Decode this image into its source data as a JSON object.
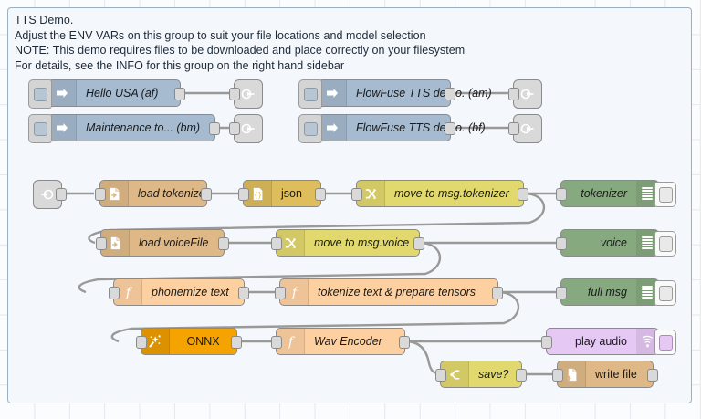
{
  "canvas": {
    "background": "#fbfcfd",
    "grid_color": "#e3e9f0",
    "wire_color": "#999999"
  },
  "group": {
    "border_color": "#9cb0c4",
    "fill_color": "#f4f7fb",
    "comment_lines": [
      "TTS Demo.",
      "Adjust the ENV VARs on this group to suit your file locations and model selection",
      "NOTE: This demo requires files to be downloaded and place correctly on your filesystem",
      "For details, see the INFO for this group on the right hand sidebar"
    ],
    "comment_text": "TTS Demo.\nAdjust the ENV VARs on this group to suit your file locations and model selection\nNOTE: This demo requires files to be downloaded and place correctly on your filesystem\nFor details, see the INFO for this group on the right hand sidebar"
  },
  "injects": [
    {
      "label": "Hello USA (af)",
      "icon": "inject-arrow-icon",
      "color": "#a6bbcf"
    },
    {
      "label": "FlowFuse TTS demo. (am)",
      "icon": "inject-arrow-icon",
      "color": "#a6bbcf"
    },
    {
      "label": "Maintenance to... (bm)",
      "icon": "inject-arrow-icon",
      "color": "#a6bbcf"
    },
    {
      "label": "FlowFuse TTS demo. (bf)",
      "icon": "inject-arrow-icon",
      "color": "#a6bbcf"
    }
  ],
  "link_nodes": {
    "out_icon": "link-out-icon",
    "in_icon": "link-in-icon",
    "color": "#d9d9d9"
  },
  "nodes": {
    "load_tokenizer": {
      "label": "load tokenizer",
      "icon": "file-in-icon",
      "color": "#deb887"
    },
    "json": {
      "label": "json",
      "icon": "json-braces-icon",
      "color": "#debd5c"
    },
    "move_tokenizer": {
      "label": "move to msg.tokenizer",
      "icon": "change-swap-icon",
      "color": "#e2d96e"
    },
    "debug_tokenizer": {
      "label": "tokenizer",
      "icon": "debug-bars-icon",
      "color": "#87a980"
    },
    "load_voicefile": {
      "label": "load voiceFile",
      "icon": "file-in-icon",
      "color": "#deb887"
    },
    "move_voice": {
      "label": "move to msg.voice",
      "icon": "change-swap-icon",
      "color": "#e2d96e"
    },
    "debug_voice": {
      "label": "voice",
      "icon": "debug-bars-icon",
      "color": "#87a980"
    },
    "phonemize": {
      "label": "phonemize text",
      "icon": "function-f-icon",
      "color": "#fdd0a2"
    },
    "tokenize_tensors": {
      "label": "tokenize text & prepare tensors",
      "icon": "function-f-icon",
      "color": "#fdd0a2"
    },
    "debug_fullmsg": {
      "label": "full msg",
      "icon": "debug-bars-icon",
      "color": "#87a980"
    },
    "onnx": {
      "label": "ONNX",
      "icon": "magic-wand-icon",
      "color": "#f5a300"
    },
    "wav_encoder": {
      "label": "Wav Encoder",
      "icon": "function-f-icon",
      "color": "#fdd0a2"
    },
    "play_audio": {
      "label": "play audio",
      "icon": "speaker-waves-icon",
      "color": "#e6c8f5"
    },
    "save_switch": {
      "label": "save?",
      "icon": "switch-branch-icon",
      "color": "#e2d96e"
    },
    "write_file": {
      "label": "write file",
      "icon": "file-out-icon",
      "color": "#deb887"
    }
  }
}
